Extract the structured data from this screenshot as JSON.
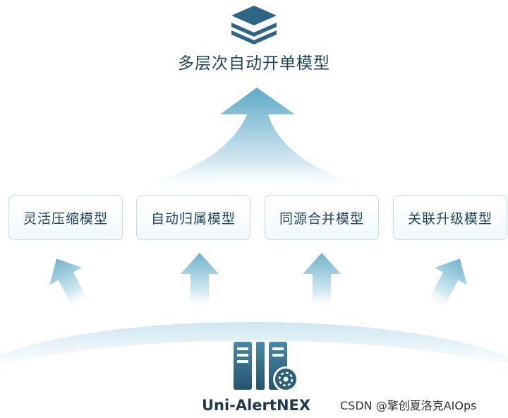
{
  "top": {
    "title": "多层次自动开单模型",
    "icon": "layers-icon"
  },
  "models": [
    {
      "label": "灵活压缩模型"
    },
    {
      "label": "自动归属模型"
    },
    {
      "label": "同源合并模型"
    },
    {
      "label": "关联升级模型"
    }
  ],
  "product": {
    "name": "Uni-AlertNEX",
    "icon": "server-gear-icon"
  },
  "watermark": "CSDN @擎创夏洛克AIOps",
  "colors": {
    "dark": "#2c5b75",
    "accent": "#5aa8c8",
    "light": "#d8ecf4",
    "text": "#23455c"
  }
}
